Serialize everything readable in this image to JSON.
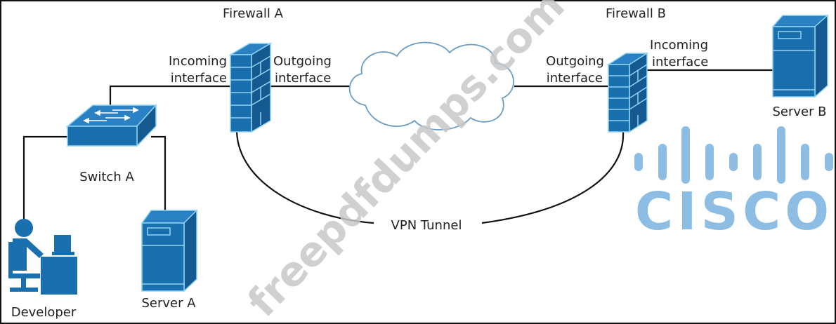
{
  "labels": {
    "firewall_a": "Firewall A",
    "firewall_b": "Firewall B",
    "fw_a_incoming": [
      "Incoming",
      "interface"
    ],
    "fw_a_outgoing": [
      "Outgoing",
      "interface"
    ],
    "fw_b_outgoing": [
      "Outgoing",
      "interface"
    ],
    "fw_b_incoming": [
      "Incoming",
      "interface"
    ],
    "switch_a": "Switch A",
    "server_a": "Server A",
    "server_b": "Server B",
    "developer": "Developer",
    "vpn_tunnel": "VPN Tunnel"
  },
  "logo": {
    "text": "CISCO"
  },
  "watermark": "freepdfdumps.com",
  "colors": {
    "device_blue": "#1a6fae",
    "cisco_blue": "#8dbde3"
  }
}
